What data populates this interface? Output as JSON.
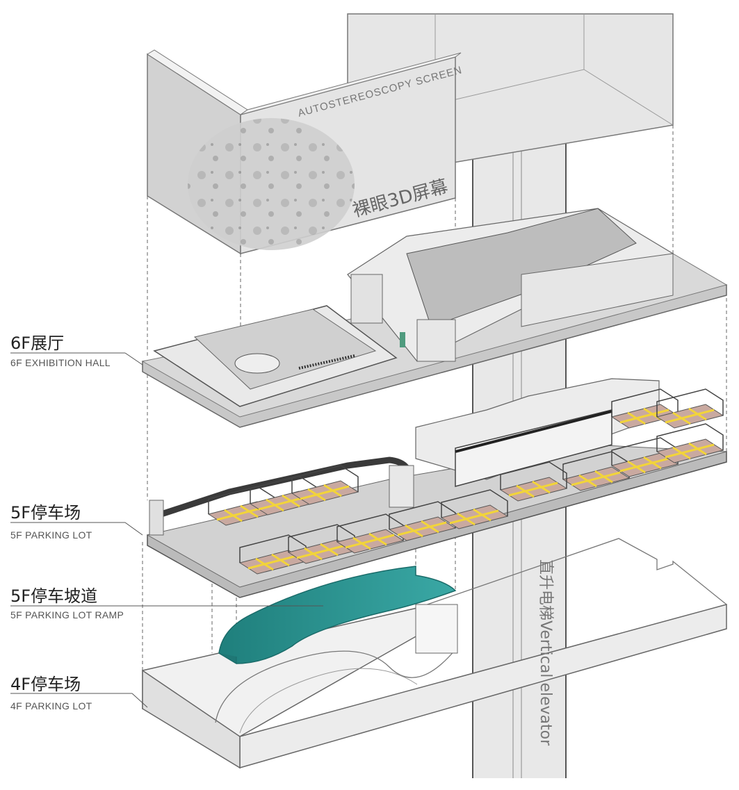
{
  "screen": {
    "title_en": "AUTOSTEREOSCOPY SCREEN",
    "title_cn": "裸眼3D屏幕"
  },
  "elevator": {
    "label": "直升电梯Vertical elevator"
  },
  "levels": [
    {
      "cn": "6F展厅",
      "en": "6F EXHIBITION HALL"
    },
    {
      "cn": "5F停车场",
      "en": "5F PARKING LOT"
    },
    {
      "cn": "5F停车坡道",
      "en": "5F PARKING LOT RAMP"
    },
    {
      "cn": "4F停车场",
      "en": "4F PARKING LOT"
    }
  ],
  "colors": {
    "ramp": "#2f9a98",
    "parking_stripe": "#f2d43a",
    "parking_floor": "#c9a9a0",
    "floor_slab": "#cfcfcf",
    "wall_dark": "#3a3a3a"
  }
}
